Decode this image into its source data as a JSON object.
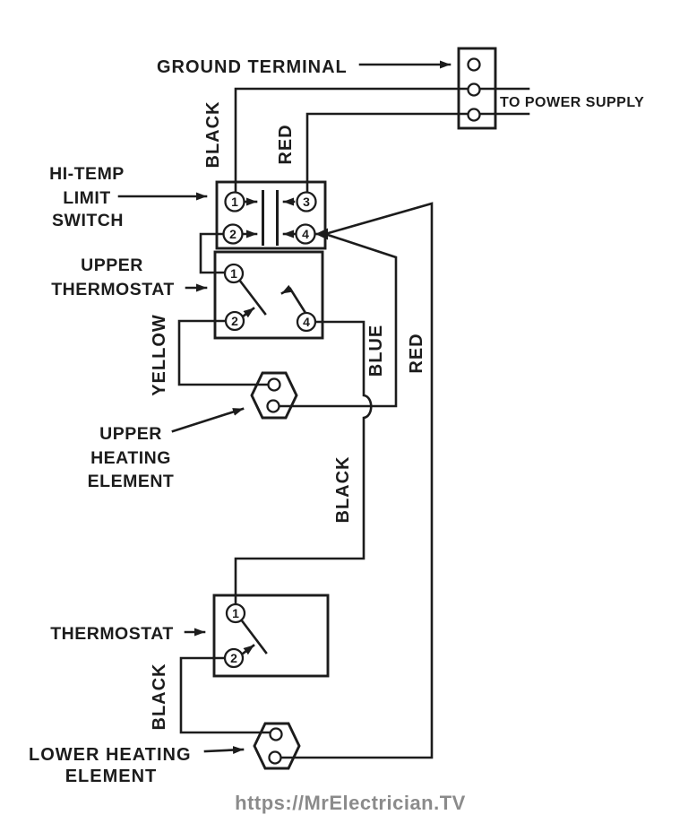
{
  "diagram": {
    "labels": {
      "ground_terminal": "GROUND TERMINAL",
      "to_power_supply": "TO POWER SUPPLY",
      "hi_temp_1": "HI-TEMP",
      "hi_temp_2": "LIMIT",
      "hi_temp_3": "SWITCH",
      "upper_thermostat_1": "UPPER",
      "upper_thermostat_2": "THERMOSTAT",
      "upper_heating_1": "UPPER",
      "upper_heating_2": "HEATING",
      "upper_heating_3": "ELEMENT",
      "lower_thermostat": "THERMOSTAT",
      "lower_heating_1": "LOWER HEATING",
      "lower_heating_2": "ELEMENT",
      "watermark": "https://MrElectrician.TV"
    },
    "wire_labels": {
      "supply_black": "BLACK",
      "supply_red": "RED",
      "yellow": "YELLOW",
      "blue": "BLUE",
      "red_right": "RED",
      "black_middle": "BLACK",
      "black_lower": "BLACK"
    },
    "terminals": {
      "limit_switch": [
        "1",
        "2",
        "3",
        "4"
      ],
      "upper_thermostat": [
        "1",
        "2",
        "4"
      ],
      "lower_thermostat": [
        "1",
        "2"
      ]
    },
    "colors": {
      "line": "#1c1c1c",
      "watermark": "#8b8b8b",
      "background": "#ffffff"
    }
  }
}
